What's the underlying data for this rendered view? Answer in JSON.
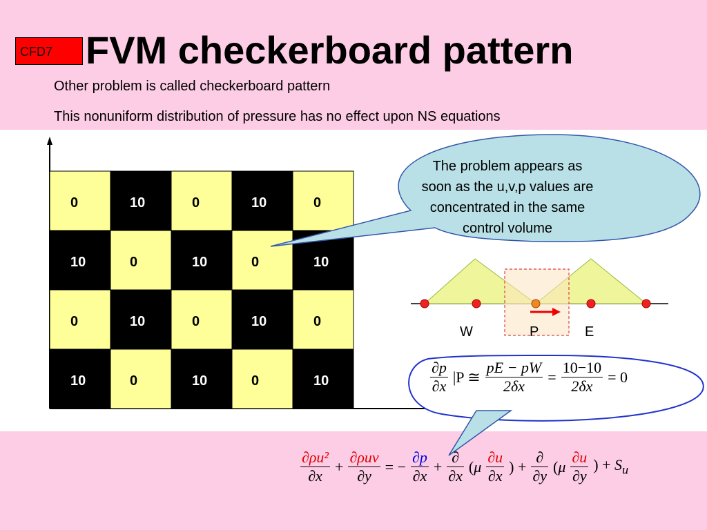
{
  "badge": "CFD7",
  "title": "FVM checkerboard pattern",
  "subtitle1": "Other problem is called checkerboard pattern",
  "subtitle2": "This nonuniform distribution of pressure has no effect upon NS equations",
  "grid_values": [
    [
      "0",
      "10",
      "0",
      "10",
      "0"
    ],
    [
      "10",
      "0",
      "10",
      "0",
      "10"
    ],
    [
      "0",
      "10",
      "0",
      "10",
      "0"
    ],
    [
      "10",
      "0",
      "10",
      "0",
      "10"
    ]
  ],
  "bubble_text": "The problem appears as soon as the u,v,p values are concentrated in the same control volume",
  "labels": {
    "w": "W",
    "p": "P",
    "e": "E"
  },
  "equation_top": {
    "lhs_num": "∂p",
    "lhs_den": "∂x",
    "at": "|P ≅",
    "f1_num": "pE − pW",
    "f1_den": "2δx",
    "f2_num": "10−10",
    "f2_den": "2δx",
    "result": "= 0"
  },
  "equation_main": {
    "t1_num": "∂ρu²",
    "t1_den": "∂x",
    "t2_num": "∂ρuv",
    "t2_den": "∂y",
    "t3_num": "∂p",
    "t3_den": "∂x",
    "t4_num": "∂",
    "t4_den": "∂x",
    "t5_num": "∂u",
    "t5_den": "∂x",
    "t6_num": "∂",
    "t6_den": "∂y",
    "t7_num": "∂u",
    "t7_den": "∂y",
    "source": "S",
    "source_sub": "u"
  },
  "colors": {
    "pink": "#fccde5",
    "yellow": "#ffff99",
    "bubble": "#b8e0e6",
    "red": "#ff0000",
    "dark": "#000000"
  }
}
